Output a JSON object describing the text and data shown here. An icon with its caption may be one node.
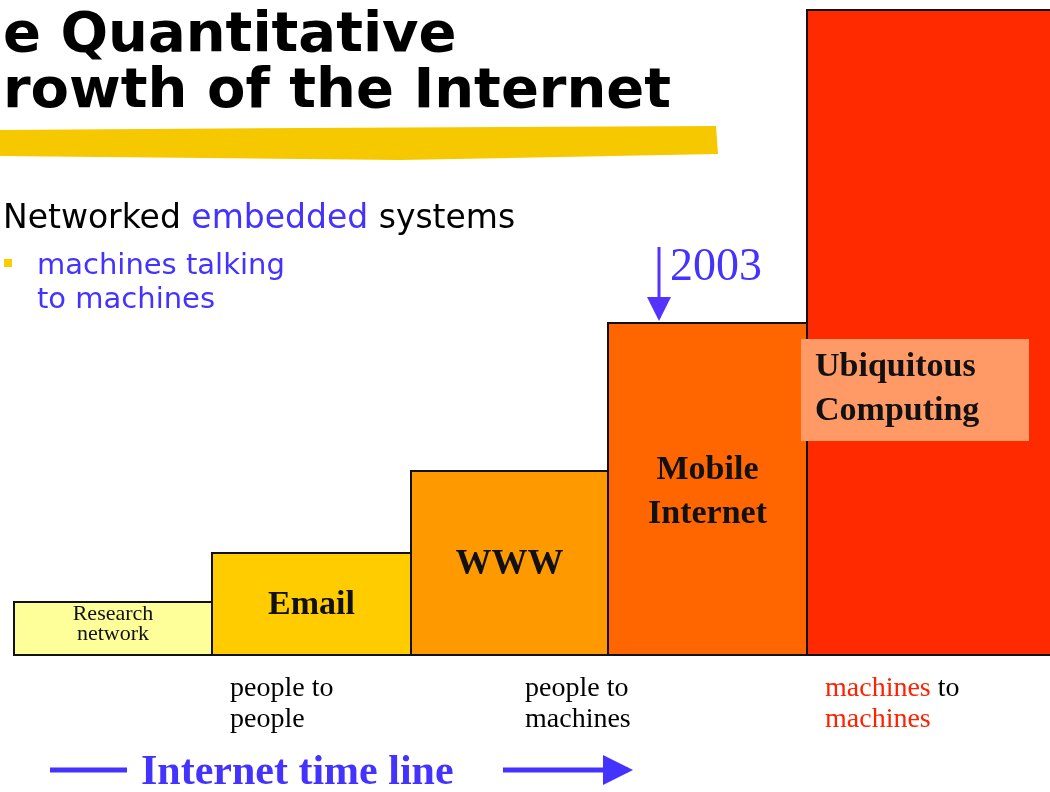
{
  "diagram": {
    "title": "rowth of the Internet",
    "nodes": [
      {
        "text": [
          "Research network"
        ]
      },
      {
        "text": [
          "Email"
        ]
      },
      {
        "text": [
          "WWW"
        ]
      },
      {
        "text": [
          "Mobile Internet"
        ]
      },
      {
        "text": [
          "Ubiquitous Computing"
        ]
      },
      {
        "text": [
          "2003"
        ]
      },
      {
        "text": [],
        "shape": "bar"
      }
    ],
    "edges": [
      {
        "from": 5,
        "to": 3,
        "arrow": "to",
        "color": "#5533ff"
      }
    ],
    "labels": [
      "e Quantitative",
      "Networked *embedded* systems",
      "machines talking to machines",
      "people to people",
      "people to machines",
      "*machines* to *machines*",
      "Internet time line"
    ]
  }
}
